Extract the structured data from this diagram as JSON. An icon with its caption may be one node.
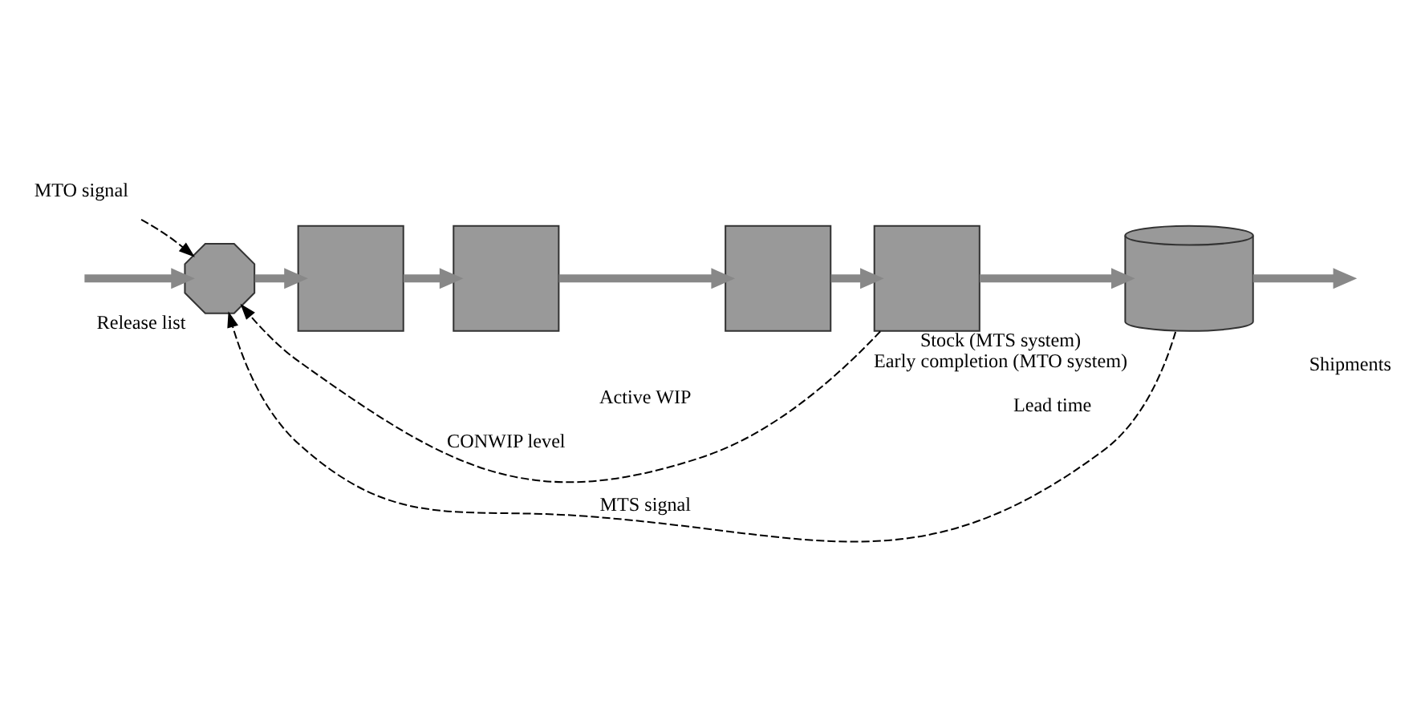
{
  "diagram": {
    "nodes": [
      {
        "text": [
          "MTO signal"
        ]
      },
      {
        "text": [],
        "shape": "octagon",
        "beside": [
          "Release list"
        ]
      },
      {
        "text": [],
        "shape": "box"
      },
      {
        "text": [],
        "shape": "box"
      },
      {
        "text": [],
        "shape": "box"
      },
      {
        "text": [],
        "shape": "box"
      },
      {
        "text": [],
        "shape": "cylinder",
        "beside": [
          "Stock (MTS system)",
          "Early completion (MTO system)"
        ]
      }
    ],
    "edges": [
      {
        "from": null,
        "to": 1,
        "arrow": "to"
      },
      {
        "from": 0,
        "to": 1,
        "arrow": "to",
        "style": "dashed",
        "color": "#000000"
      },
      {
        "from": 1,
        "to": 2,
        "arrow": "to"
      },
      {
        "from": 2,
        "to": 3,
        "arrow": "to"
      },
      {
        "from": 3,
        "to": 4,
        "arrow": "to"
      },
      {
        "from": 4,
        "to": 5,
        "arrow": "to"
      },
      {
        "from": 5,
        "to": 6,
        "arrow": "to"
      },
      {
        "from": 6,
        "to": null,
        "arrow": "to"
      },
      {
        "from": 5,
        "to": 1,
        "arrow": "to",
        "label": "CONWIP level",
        "style": "dashed",
        "color": "#000000"
      },
      {
        "from": 6,
        "to": 1,
        "arrow": "to",
        "label": "MTS signal",
        "style": "dashed",
        "color": "#000000"
      }
    ],
    "labels": [
      "Shipments",
      "Active WIP",
      "Lead time"
    ]
  }
}
